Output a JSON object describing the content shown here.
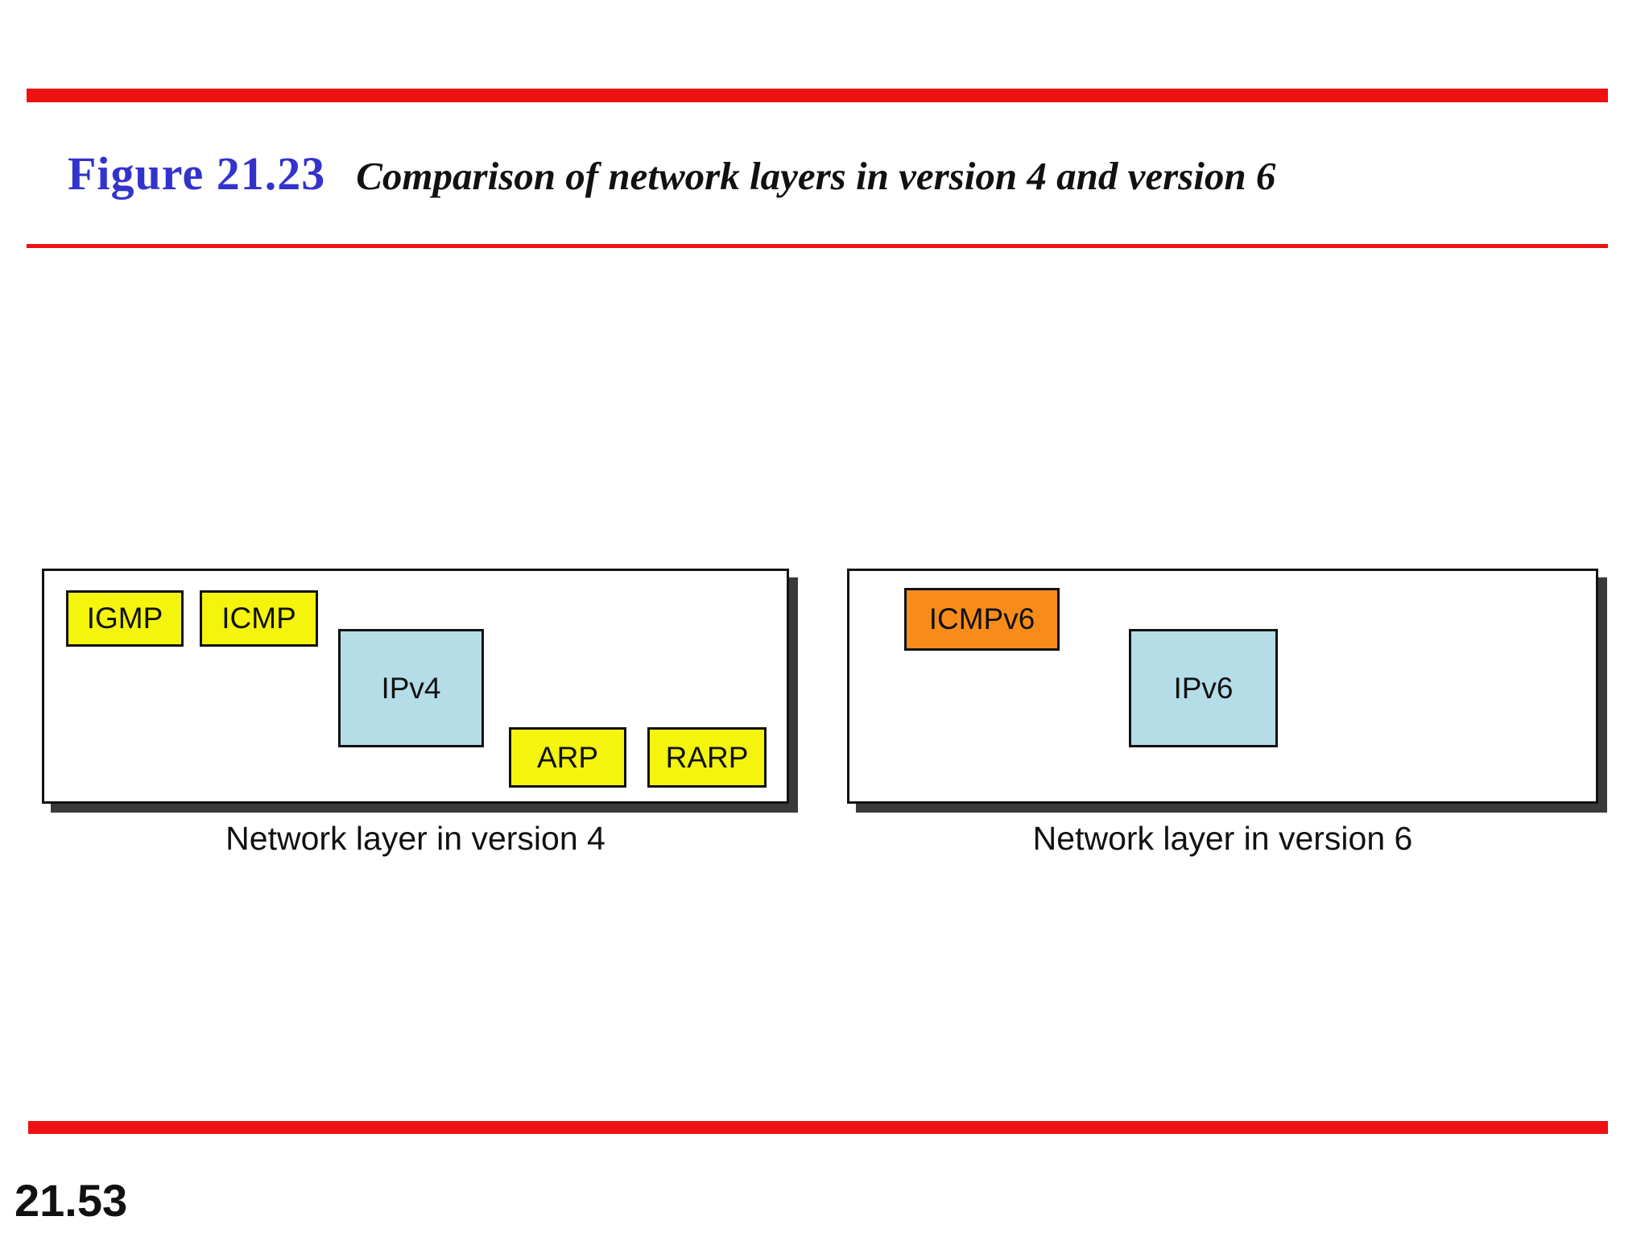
{
  "slide": {
    "figure_label": "Figure 21.23",
    "figure_title": "Comparison of network layers in version 4 and version 6",
    "page_number": "21.53"
  },
  "colors": {
    "accent_red": "#ee1111",
    "figure_label_blue": "#3333cc",
    "protocol_yellow": "#f4f40c",
    "ip_light_blue": "#b5dde8",
    "icmpv6_orange": "#f88c1a",
    "panel_shadow": "#3a3a3a",
    "text_black": "#111111"
  },
  "panels": [
    {
      "caption": "Network layer in version 4",
      "boxes": [
        {
          "label": "IGMP",
          "fill": "yellow"
        },
        {
          "label": "ICMP",
          "fill": "yellow"
        },
        {
          "label": "IPv4",
          "fill": "light-blue"
        },
        {
          "label": "ARP",
          "fill": "yellow"
        },
        {
          "label": "RARP",
          "fill": "yellow"
        }
      ]
    },
    {
      "caption": "Network layer in version 6",
      "boxes": [
        {
          "label": "ICMPv6",
          "fill": "orange"
        },
        {
          "label": "IPv6",
          "fill": "light-blue"
        }
      ]
    }
  ]
}
